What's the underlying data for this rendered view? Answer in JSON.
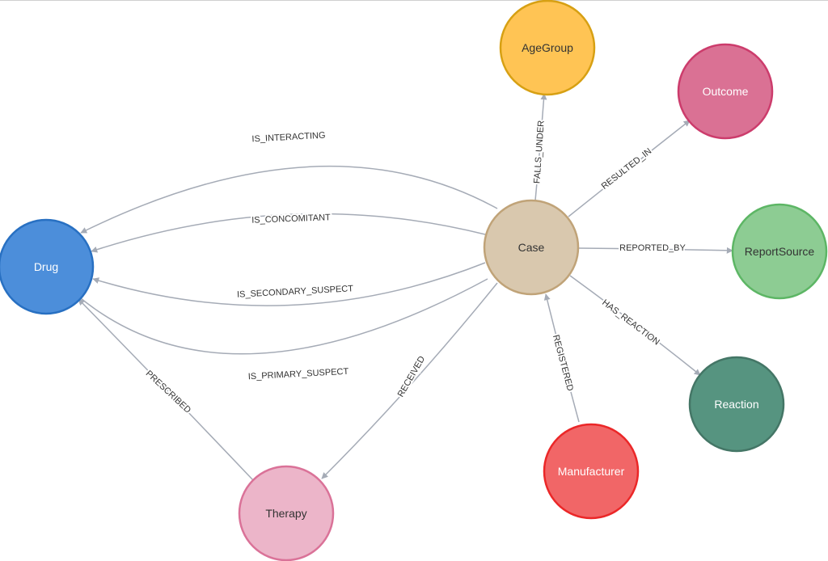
{
  "graph": {
    "nodes": [
      {
        "id": "AgeGroup",
        "label": "AgeGroup",
        "fill": "#ffc454",
        "stroke": "#d7a013",
        "text": "#333333"
      },
      {
        "id": "Outcome",
        "label": "Outcome",
        "fill": "#da7194",
        "stroke": "#cc3c6c",
        "text": "#ffffff"
      },
      {
        "id": "ReportSource",
        "label": "ReportSource",
        "fill": "#8dcc93",
        "stroke": "#5db665",
        "text": "#333333"
      },
      {
        "id": "Reaction",
        "label": "Reaction",
        "fill": "#569480",
        "stroke": "#447666",
        "text": "#ffffff"
      },
      {
        "id": "Manufacturer",
        "label": "Manufacturer",
        "fill": "#f16667",
        "stroke": "#eb2728",
        "text": "#ffffff"
      },
      {
        "id": "Therapy",
        "label": "Therapy",
        "fill": "#ecb5c9",
        "stroke": "#da7298",
        "text": "#333333"
      },
      {
        "id": "Drug",
        "label": "Drug",
        "fill": "#4c8eda",
        "stroke": "#2870c2",
        "text": "#ffffff"
      },
      {
        "id": "Case",
        "label": "Case",
        "fill": "#d9c8ae",
        "stroke": "#c0a378",
        "text": "#333333"
      }
    ],
    "relationships": [
      {
        "id": "is-interacting",
        "label": "IS_INTERACTING",
        "from": "Case",
        "to": "Drug"
      },
      {
        "id": "is-concomitant",
        "label": "IS_CONCOMITANT",
        "from": "Case",
        "to": "Drug"
      },
      {
        "id": "is-secondary-suspect",
        "label": "IS_SECONDARY_SUSPECT",
        "from": "Case",
        "to": "Drug"
      },
      {
        "id": "is-primary-suspect",
        "label": "IS_PRIMARY_SUSPECT",
        "from": "Case",
        "to": "Drug"
      },
      {
        "id": "prescribed",
        "label": "PRESCRIBED",
        "from": "Therapy",
        "to": "Drug"
      },
      {
        "id": "received",
        "label": "RECEIVED",
        "from": "Case",
        "to": "Therapy"
      },
      {
        "id": "falls-under",
        "label": "FALLS_UNDER",
        "from": "Case",
        "to": "AgeGroup"
      },
      {
        "id": "resulted-in",
        "label": "RESULTED_IN",
        "from": "Case",
        "to": "Outcome"
      },
      {
        "id": "reported-by",
        "label": "REPORTED_BY",
        "from": "Case",
        "to": "ReportSource"
      },
      {
        "id": "has-reaction",
        "label": "HAS_REACTION",
        "from": "Case",
        "to": "Reaction"
      },
      {
        "id": "registered",
        "label": "REGISTERED",
        "from": "Manufacturer",
        "to": "Case"
      }
    ]
  }
}
